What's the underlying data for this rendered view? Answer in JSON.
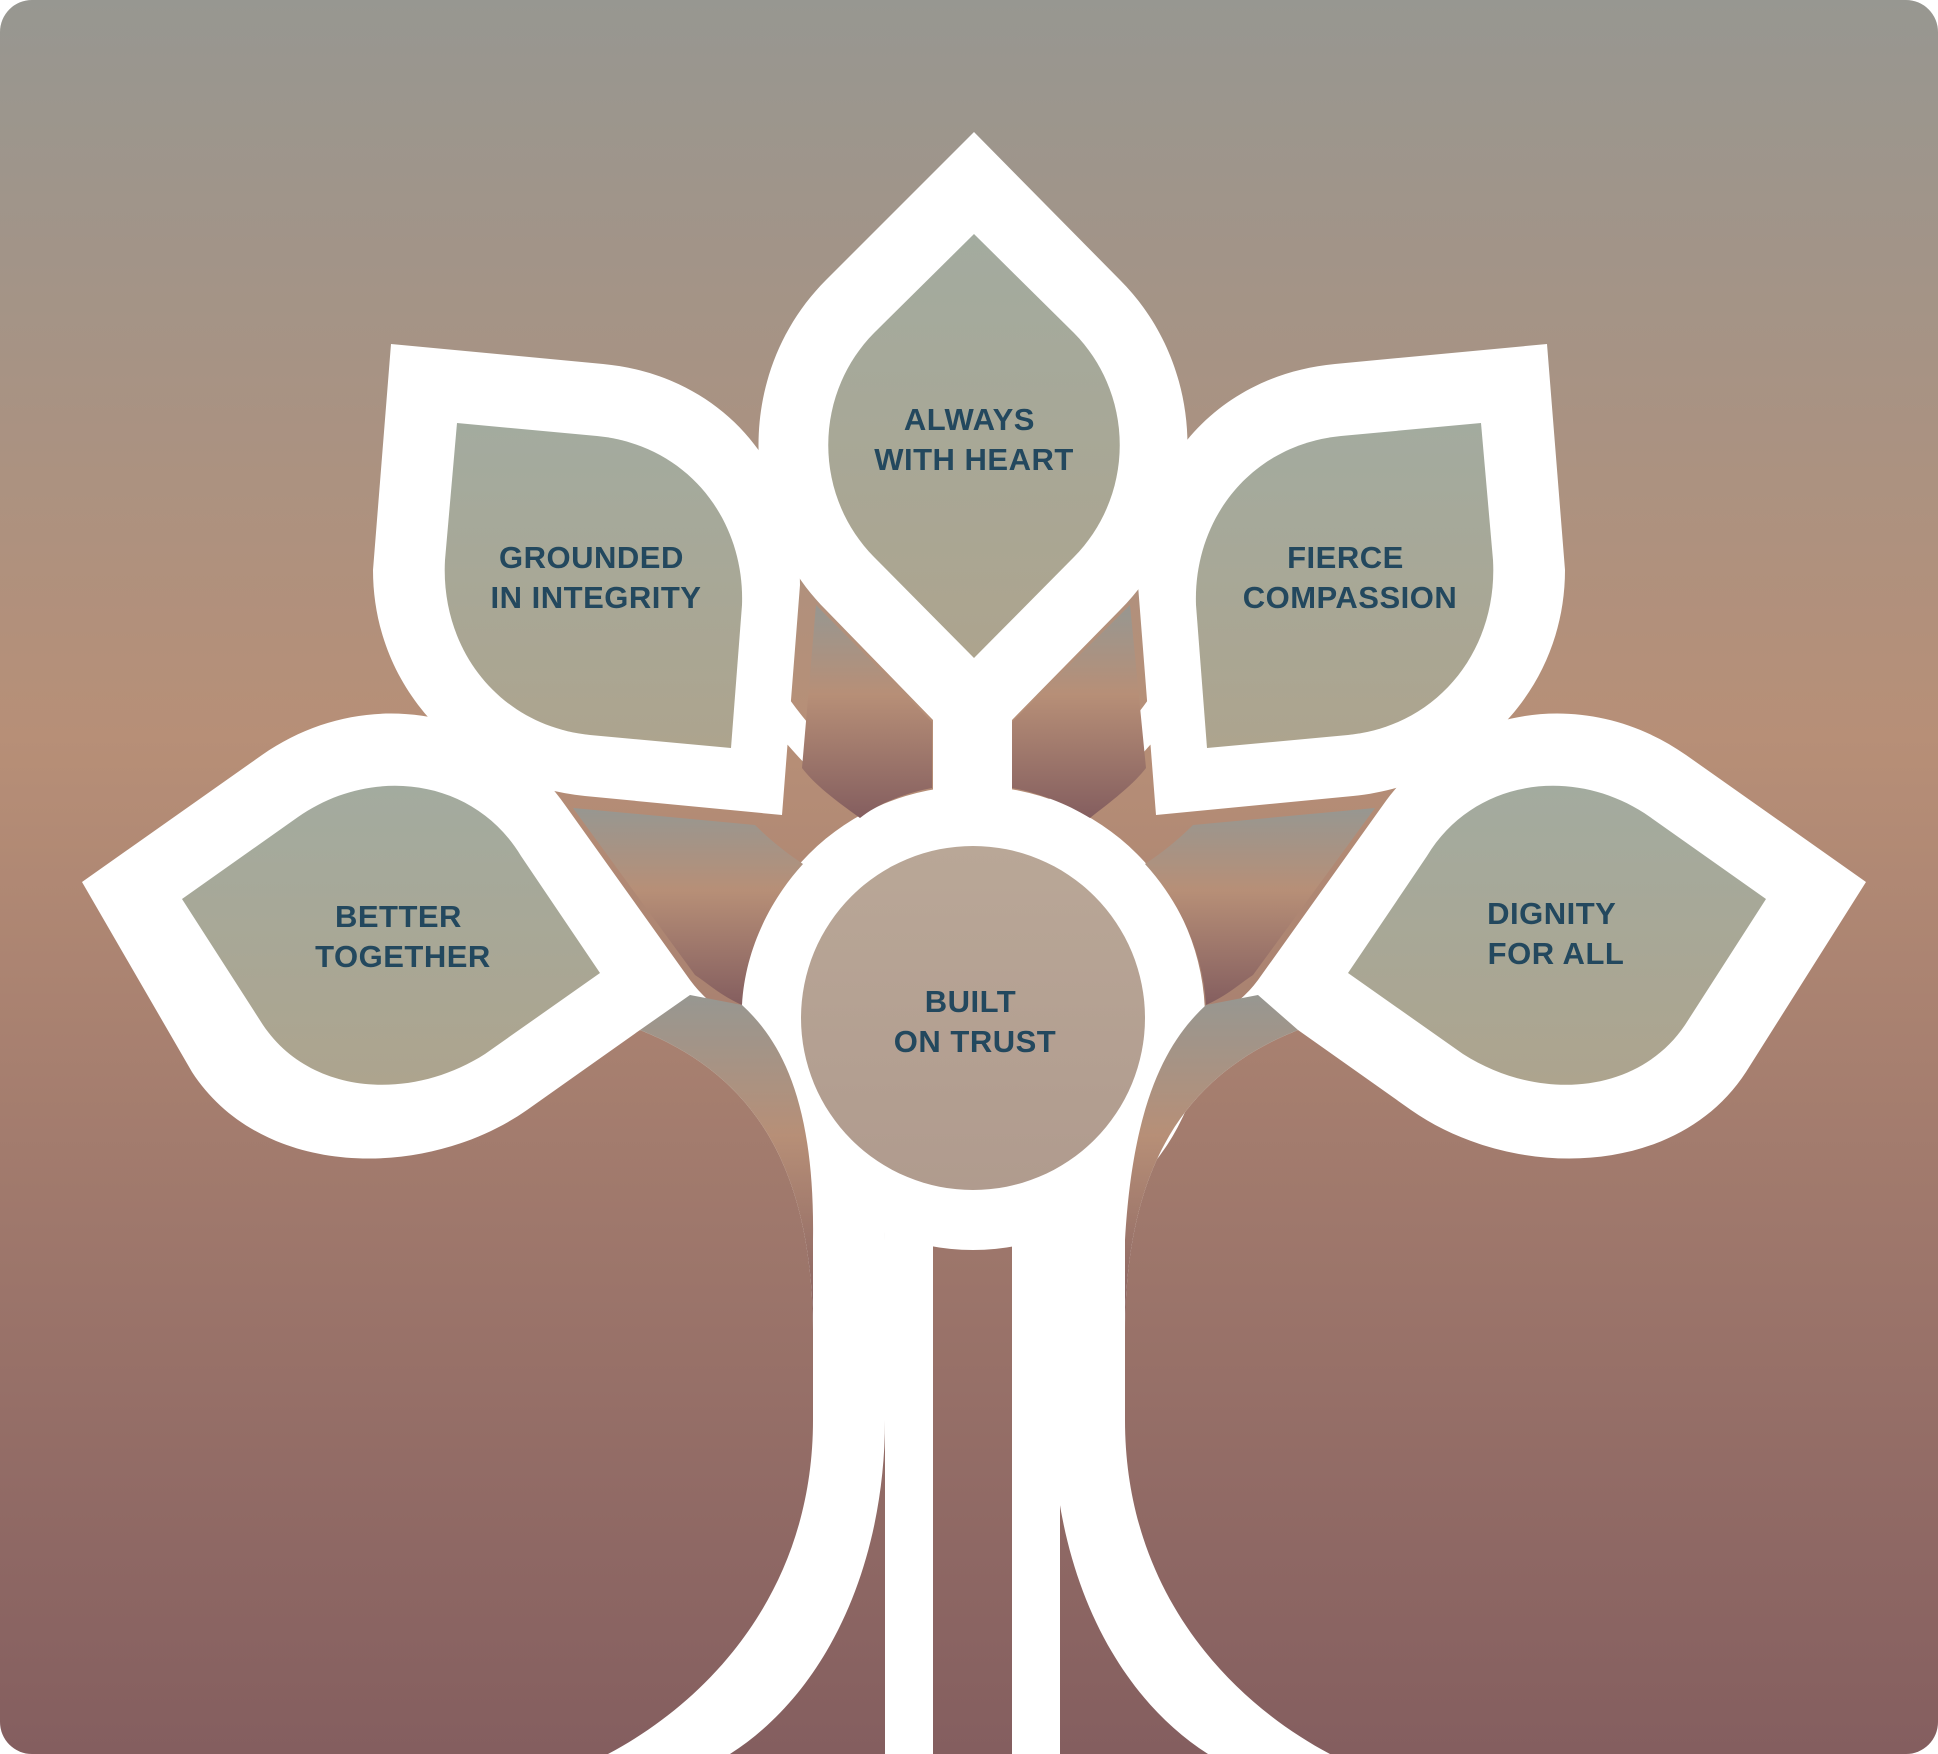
{
  "colors": {
    "gradient_top": "#979791",
    "gradient_mid": "#b78f77",
    "gradient_bottom": "#845e5f",
    "outline": "#ffffff",
    "leaf_fill_top": "#a3ab9f",
    "leaf_fill_bottom": "#ada48e",
    "hub_fill_top": "#b9a797",
    "hub_fill_bottom": "#b09b8e",
    "label_text": "#23485e"
  },
  "diagram": {
    "leaves": [
      {
        "id": "always-with-heart",
        "lines": [
          "ALWAYS",
          "WITH HEART"
        ]
      },
      {
        "id": "grounded-in-integrity",
        "lines": [
          "GROUNDED",
          "IN INTEGRITY"
        ]
      },
      {
        "id": "fierce-compassion",
        "lines": [
          "FIERCE",
          "COMPASSION"
        ]
      },
      {
        "id": "better-together",
        "lines": [
          "BETTER",
          "TOGETHER"
        ]
      },
      {
        "id": "dignity-for-all",
        "lines": [
          "DIGNITY",
          "FOR ALL"
        ]
      }
    ],
    "hub": {
      "id": "built-on-trust",
      "lines": [
        "BUILT",
        "ON TRUST"
      ]
    }
  }
}
